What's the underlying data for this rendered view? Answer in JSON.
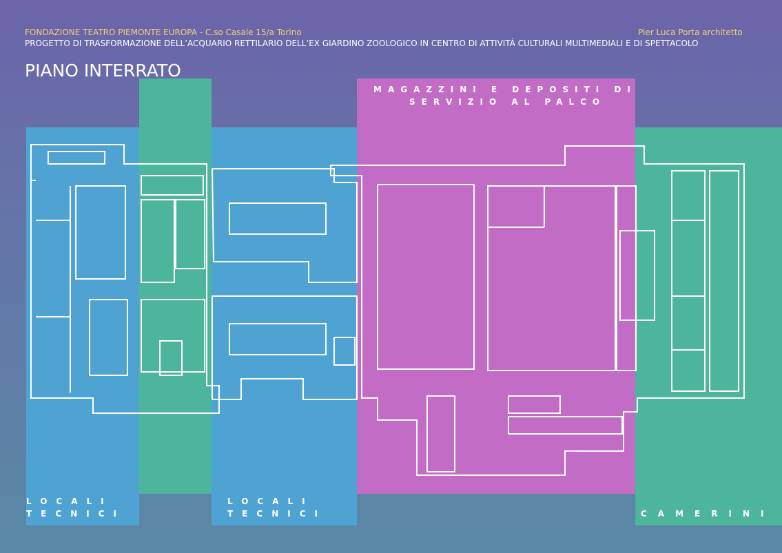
{
  "header": {
    "client": "FONDAZIONE TEATRO PIEMONTE EUROPA  - C.so Casale 15/a Torino",
    "project": "PROGETTO DI TRASFORMAZIONE DELL’ACQUARIO RETTILARIO DELL’EX GIARDINO ZOOLOGICO IN CENTRO DI ATTIVITÀ CULTURALI MULTIMEDIALI E DI SPETTACOLO",
    "architect": "Pier Luca Porta architetto",
    "title": "PIANO INTERRATO"
  },
  "zones": {
    "left": {
      "line1": "LOCALI",
      "line2": "TECNICI",
      "color": "#4fa3d3"
    },
    "middle": {
      "line1": "LOCALI",
      "line2": "TECNICI",
      "color": "#4fa3d3"
    },
    "stage": {
      "line1": "MAGAZZINI E DEPOSITI  DI",
      "line2": "SERVIZIO AL PALCO",
      "color": "#c26cc6"
    },
    "right": {
      "line1": "CAMERINI",
      "color": "#4db59b"
    },
    "green_strip": {
      "color": "#4db59b"
    }
  }
}
